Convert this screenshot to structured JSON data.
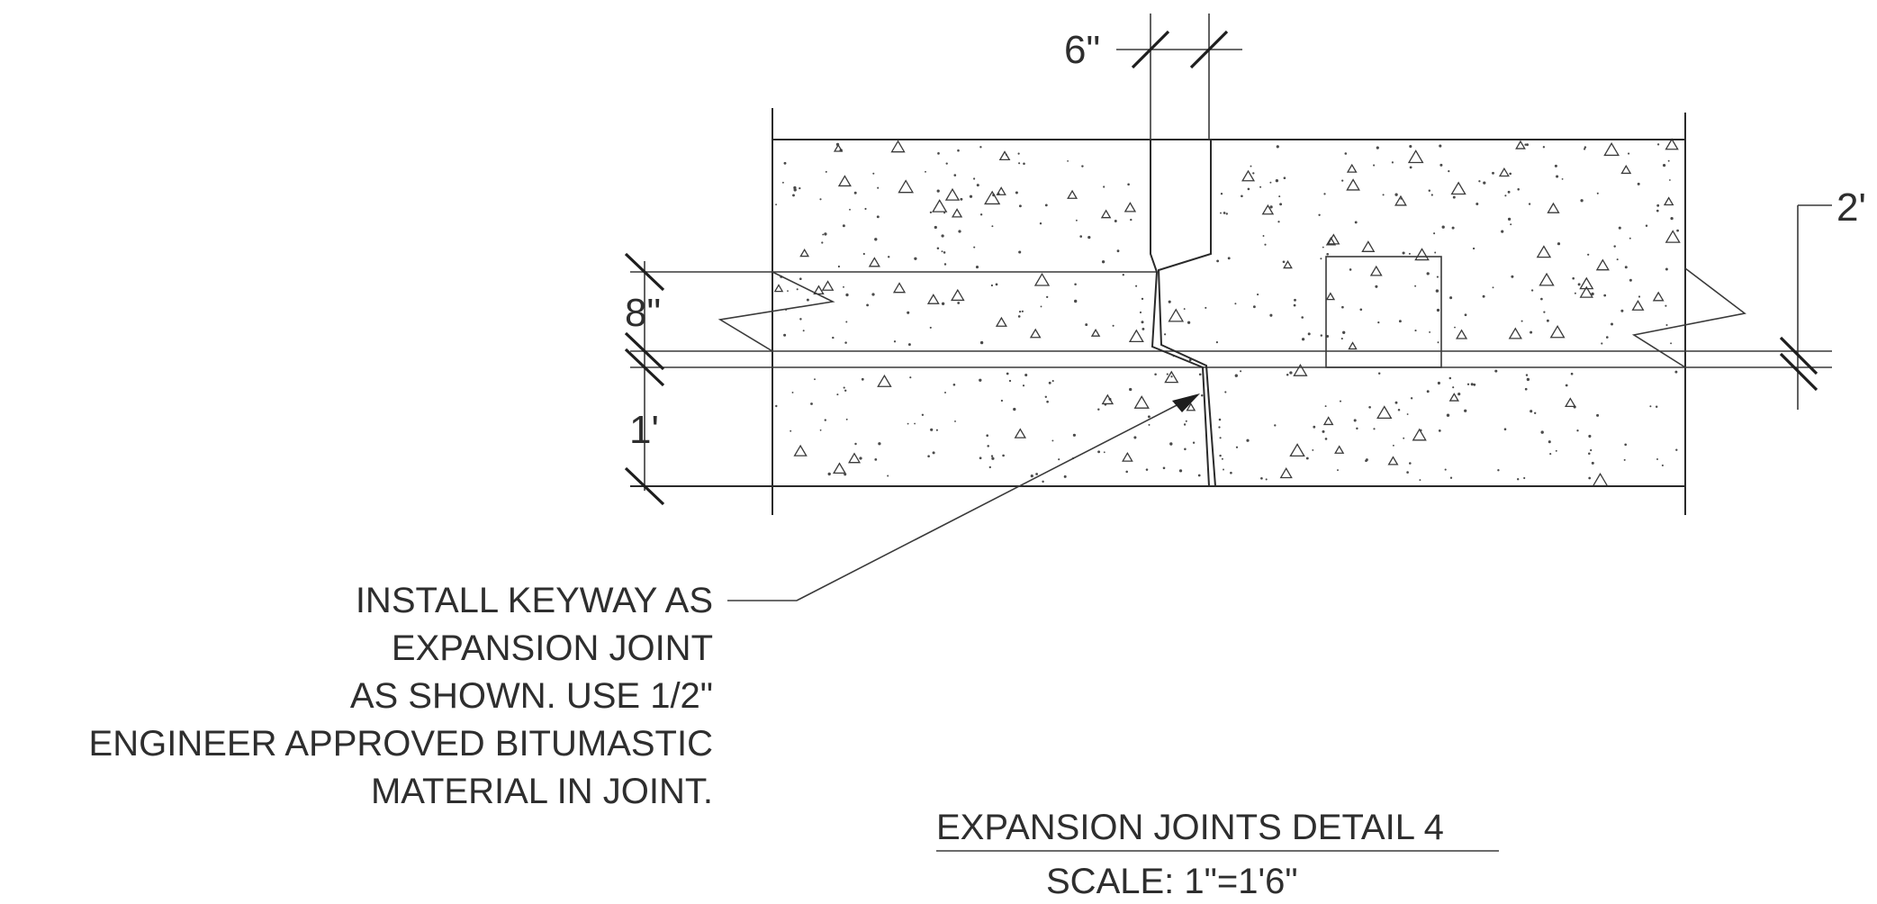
{
  "dimensions": {
    "joint_width": "6\"",
    "keyway_depth": "8\"",
    "slab_thickness": "1'",
    "right_width": "2'"
  },
  "note": {
    "lines": [
      "INSTALL KEYWAY AS",
      "EXPANSION JOINT",
      "AS SHOWN. USE 1/2\"",
      "ENGINEER APPROVED BITUMASTIC",
      "MATERIAL IN JOINT."
    ]
  },
  "title": {
    "detail": "EXPANSION JOINTS DETAIL 4",
    "scale": "SCALE: 1\"=1'6\""
  },
  "colors": {
    "ink": "#2e2e2e",
    "paper": "#ffffff"
  }
}
